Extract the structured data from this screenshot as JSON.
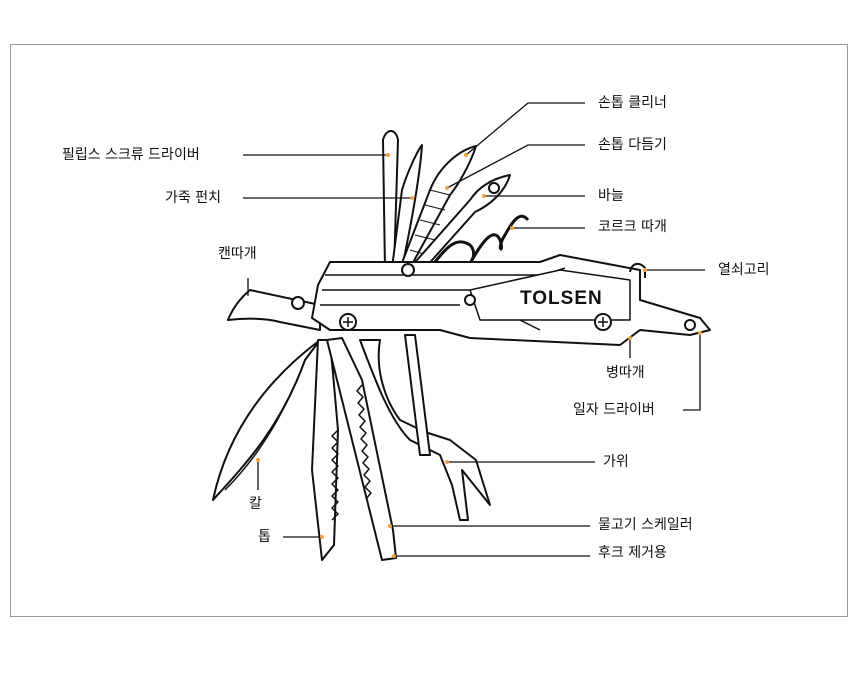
{
  "brand": "TOLSEN",
  "labels": {
    "nail_cleaner": "손톱 클리너",
    "nail_file": "손톱 다듬기",
    "phillips": "필립스 스크류 드라이버",
    "leather_punch": "가죽 펀치",
    "needle": "바늘",
    "corkscrew": "코르크 따개",
    "can_opener": "캔따개",
    "key_ring": "열쇠고리",
    "bottle_opener": "병따개",
    "flat_screwdriver": "일자 드라이버",
    "scissors": "가위",
    "knife": "칼",
    "saw": "톱",
    "fish_scaler": "물고기 스케일러",
    "hook_remover": "후크 제거용"
  },
  "colors": {
    "dot": "#f0a040",
    "line": "#111111",
    "frame": "#9a9a9a"
  }
}
